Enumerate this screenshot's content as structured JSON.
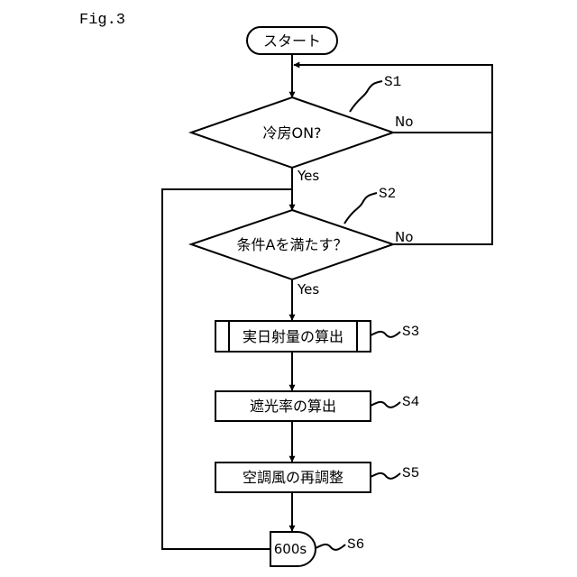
{
  "figure": {
    "label": "Fig.3"
  },
  "start": {
    "label": "スタート"
  },
  "steps": {
    "s1": {
      "id": "S1",
      "text": "冷房ON?",
      "no": "No",
      "yes": "Yes"
    },
    "s2": {
      "id": "S2",
      "text": "条件Aを満たす？",
      "no": "No",
      "yes": "Yes"
    },
    "s3": {
      "id": "S3",
      "text": "実日射量の算出"
    },
    "s4": {
      "id": "S4",
      "text": "遮光率の算出"
    },
    "s5": {
      "id": "S5",
      "text": "空調風の再調整"
    },
    "s6": {
      "id": "S6",
      "text": "600s"
    }
  }
}
